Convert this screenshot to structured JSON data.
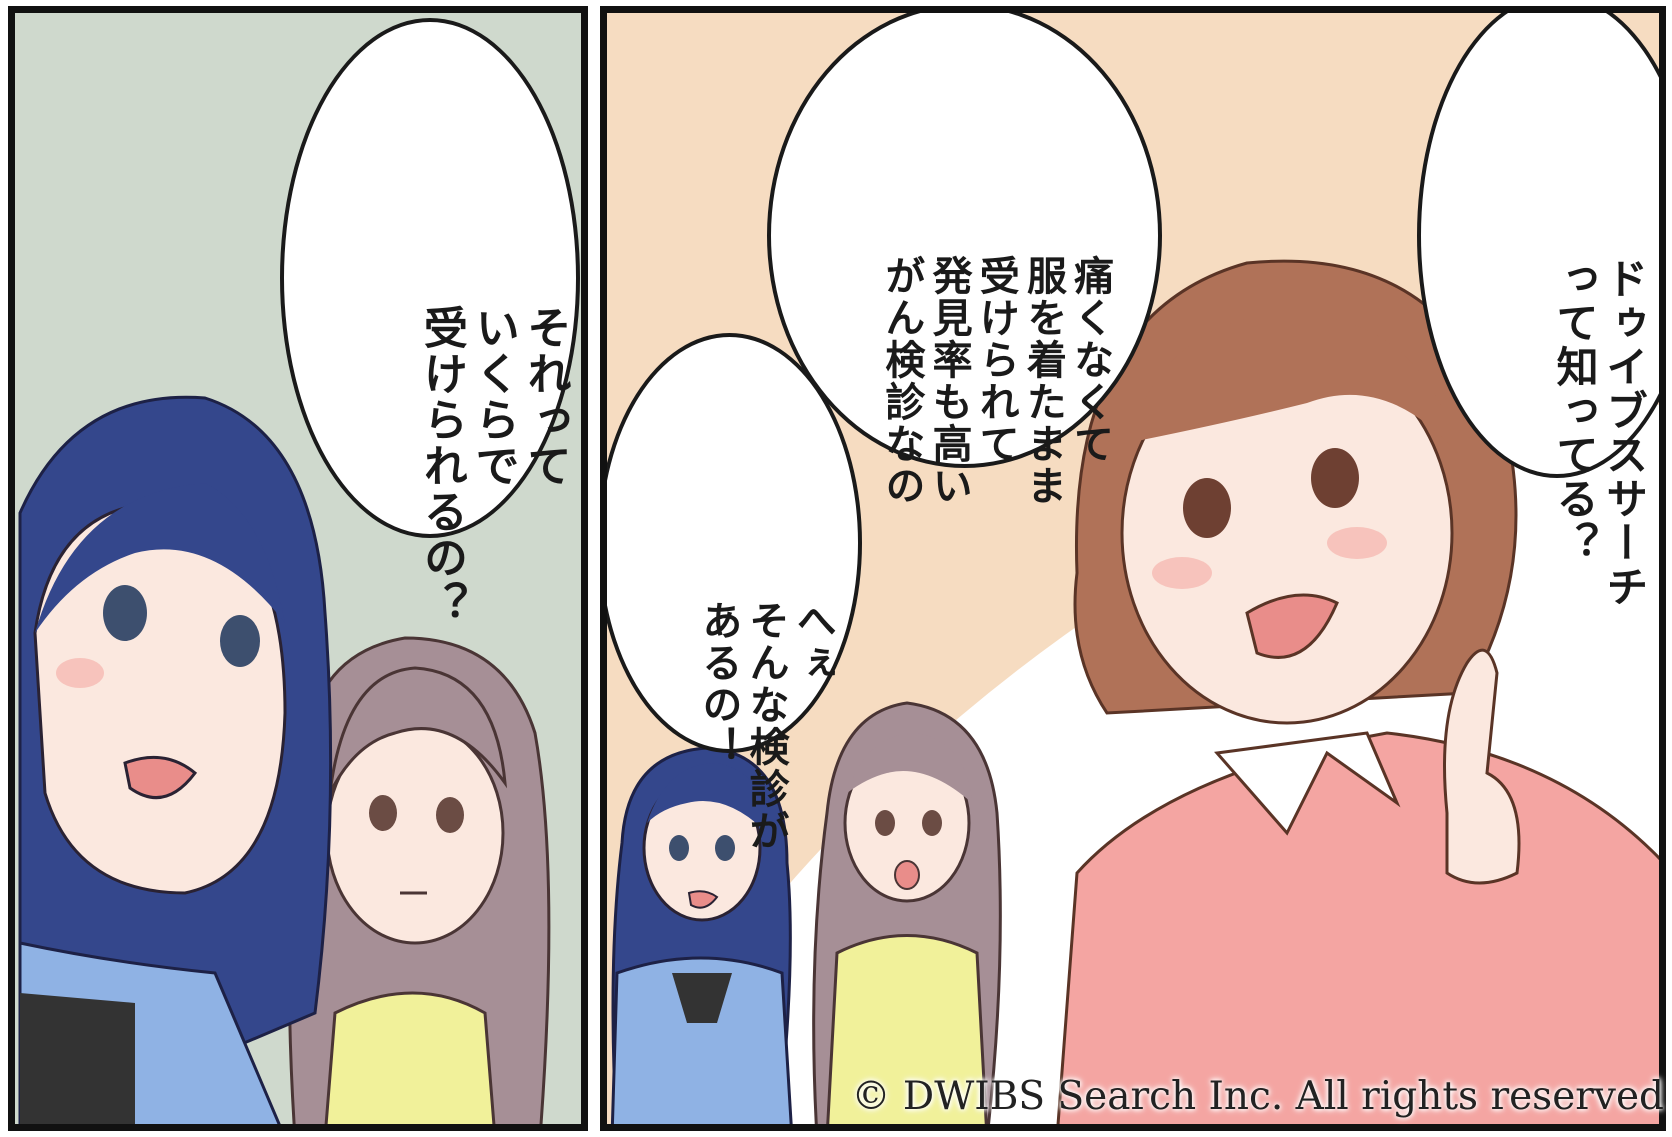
{
  "panels": [
    {
      "bubbles": [
        {
          "lines": [
            "それって",
            "いくらで",
            "受けられるの？"
          ]
        }
      ]
    },
    {
      "bubbles": [
        {
          "lines": [
            "ドゥイブスサーチ",
            "って知ってる？"
          ]
        },
        {
          "lines": [
            "痛くなくて",
            "服を着たまま",
            "受けられて",
            "発見率も高い",
            "がん検診なの"
          ]
        },
        {
          "lines": [
            "へぇ",
            "そんな検診が",
            "あるの！"
          ]
        }
      ]
    }
  ],
  "copyright": "© DWIBS Search Inc. All rights reserved",
  "colors": {
    "left_bg": "#cfd9cd",
    "right_bg": "#f6dcc1",
    "hair_blue": "#34478c",
    "hair_purple": "#a68f96",
    "hair_brown": "#b07258",
    "sweater_pink": "#f4a5a2",
    "top_yellow": "#f1f19a",
    "top_blue": "#8fb2e4"
  }
}
